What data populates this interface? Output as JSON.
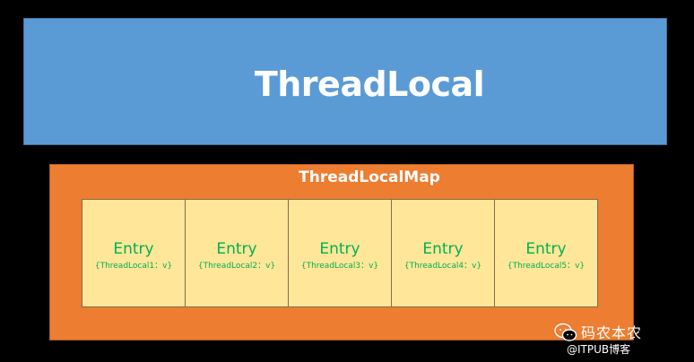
{
  "threadlocal": {
    "title": "ThreadLocal",
    "color": "#5b9bd5"
  },
  "map": {
    "title": "ThreadLocalMap",
    "color": "#ed7d31",
    "entries": [
      {
        "label": "Entry",
        "detail": "{ThreadLocal1：v}"
      },
      {
        "label": "Entry",
        "detail": "{ThreadLocal2：v}"
      },
      {
        "label": "Entry",
        "detail": "{ThreadLocal3：v}"
      },
      {
        "label": "Entry",
        "detail": "{ThreadLocal4：v}"
      },
      {
        "label": "Entry",
        "detail": "{ThreadLocal5：v}"
      }
    ],
    "entry_color": "#ffe699",
    "entry_text_color": "#00b050"
  },
  "watermark": {
    "icon": "wechat-icon",
    "name": "码农本农",
    "source": "@ITPUB博客"
  }
}
